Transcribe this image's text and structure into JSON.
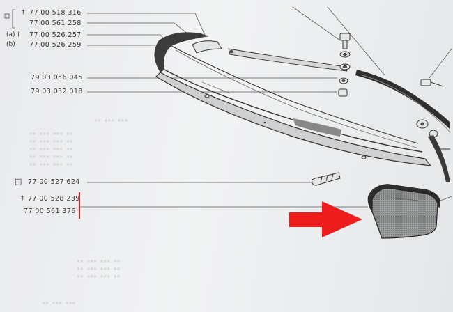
{
  "catalog": {
    "parts": [
      {
        "id": "p1",
        "number": "77 00 518 316",
        "mark": "†"
      },
      {
        "id": "p2",
        "number": "77 00 561 258",
        "mark": ""
      },
      {
        "id": "p3",
        "number": "77 00 526 257",
        "mark": "(a) †"
      },
      {
        "id": "p4",
        "number": "77 00 526 259",
        "mark": "(b)"
      },
      {
        "id": "p5",
        "number": "79 03 056 045",
        "mark": ""
      },
      {
        "id": "p6",
        "number": "79 03 032 018",
        "mark": ""
      },
      {
        "id": "p7",
        "number": "77 00 527 624",
        "mark": "□"
      },
      {
        "id": "p8",
        "number": "77 00 528 239",
        "mark": "†"
      },
      {
        "id": "p9",
        "number": "77 00 561 376",
        "mark": ""
      }
    ],
    "colors": {
      "highlight_arrow": "#ee1c1c",
      "highlight_bar": "#d71a1a",
      "ink": "#333333",
      "paper": "#eceded"
    }
  }
}
